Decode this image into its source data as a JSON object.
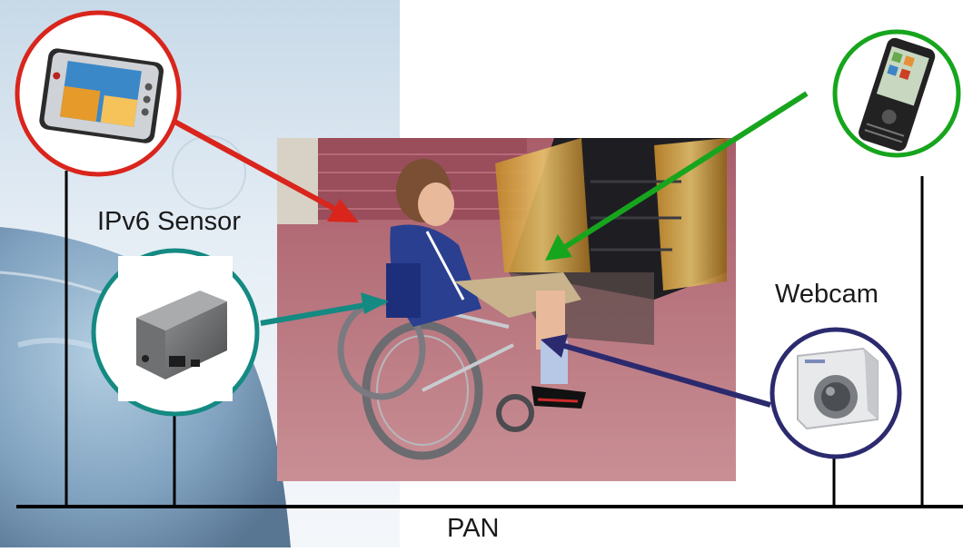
{
  "labels": {
    "sensor": "IPv6 Sensor",
    "webcam": "Webcam",
    "network": "PAN"
  },
  "devices": [
    {
      "name": "Tablet PC",
      "ring_color": "#d9251c"
    },
    {
      "name": "IPv6 Sensor",
      "ring_color": "#148a82"
    },
    {
      "name": "PDA",
      "ring_color": "#17a51d"
    },
    {
      "name": "Webcam",
      "ring_color": "#2c2a6e"
    }
  ],
  "colors": {
    "bus": "#000000",
    "carpet": "#b9747c",
    "sky": "#9cc0d8"
  }
}
